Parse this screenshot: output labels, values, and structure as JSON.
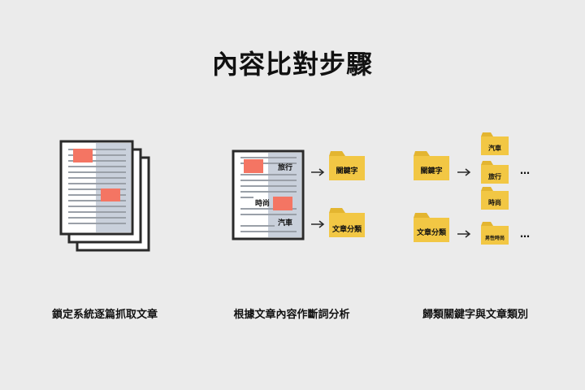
{
  "title": "內容比對步驟",
  "steps": [
    {
      "caption": "鎖定系統逐篇抓取文章"
    },
    {
      "caption": "根據文章內容作斷詞分析"
    },
    {
      "caption": "歸類關鍵字與文章類別"
    }
  ],
  "step2": {
    "doc_words": [
      "旅行",
      "時尚",
      "汽車"
    ],
    "folders": [
      "關鍵字",
      "文章分類"
    ]
  },
  "step3": {
    "source_folders": [
      "關鍵字",
      "文章分類"
    ],
    "keyword_targets": [
      "汽車",
      "旅行",
      "時尚"
    ],
    "category_targets": [
      "男性時尚"
    ],
    "ellipsis": "…"
  },
  "colors": {
    "background": "#ebebeb",
    "folder": "#f2c744",
    "folder_tab": "#e3b530",
    "highlight": "#f47563",
    "doc_line": "#9aa0a8",
    "doc_shade": "#c9d0db",
    "outline": "#2a2a2a"
  }
}
